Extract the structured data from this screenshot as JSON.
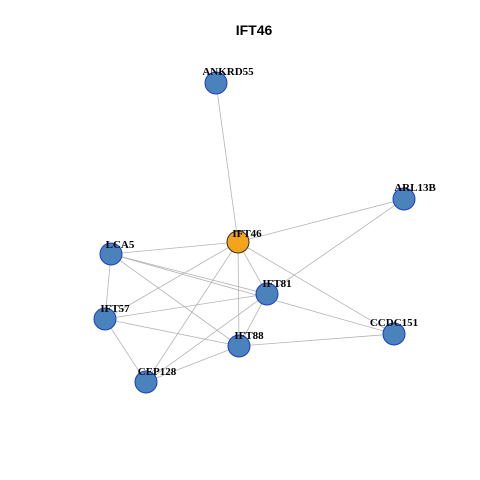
{
  "title": "IFT46",
  "colors": {
    "focus_node": "#F4A418",
    "other_node": "#4A82BC",
    "node_stroke": "#1C3DC8",
    "focus_stroke": "#333333",
    "edge": "#B4B4B4",
    "label": "#000000"
  },
  "nodes": [
    {
      "id": "IFT46",
      "label": "IFT46",
      "focus": true
    },
    {
      "id": "ANKRD55",
      "label": "ANKRD55",
      "focus": false
    },
    {
      "id": "ARL13B",
      "label": "ARL13B",
      "focus": false
    },
    {
      "id": "LCA5",
      "label": "LCA5",
      "focus": false
    },
    {
      "id": "IFT81",
      "label": "IFT81",
      "focus": false
    },
    {
      "id": "IFT57",
      "label": "IFT57",
      "focus": false
    },
    {
      "id": "CCDC151",
      "label": "CCDC151",
      "focus": false
    },
    {
      "id": "IFT88",
      "label": "IFT88",
      "focus": false
    },
    {
      "id": "CEP128",
      "label": "CEP128",
      "focus": false
    }
  ],
  "edges": [
    [
      "IFT46",
      "ANKRD55"
    ],
    [
      "IFT46",
      "ARL13B"
    ],
    [
      "IFT46",
      "LCA5"
    ],
    [
      "IFT46",
      "IFT81"
    ],
    [
      "IFT46",
      "IFT57"
    ],
    [
      "IFT46",
      "IFT88"
    ],
    [
      "IFT46",
      "CCDC151"
    ],
    [
      "IFT46",
      "CEP128"
    ],
    [
      "LCA5",
      "IFT81"
    ],
    [
      "LCA5",
      "IFT88"
    ],
    [
      "LCA5",
      "CCDC151"
    ],
    [
      "LCA5",
      "IFT57"
    ],
    [
      "IFT57",
      "IFT81"
    ],
    [
      "IFT57",
      "IFT88"
    ],
    [
      "IFT57",
      "CEP128"
    ],
    [
      "IFT81",
      "ARL13B"
    ],
    [
      "IFT81",
      "IFT88"
    ],
    [
      "IFT81",
      "CEP128"
    ],
    [
      "IFT88",
      "CCDC151"
    ],
    [
      "IFT88",
      "CEP128"
    ]
  ]
}
